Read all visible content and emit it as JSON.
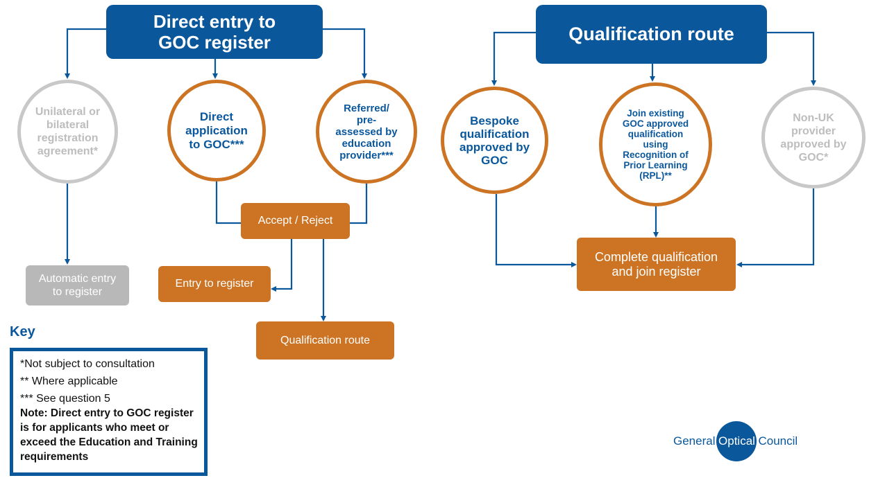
{
  "headers": {
    "direct_entry": "Direct entry to\nGOC register",
    "qualification_route": "Qualification route"
  },
  "nodes": {
    "unilateral": "Unilateral or\nbilateral\nregistration\nagreement*",
    "direct_application": "Direct\napplication\nto GOC***",
    "referred": "Referred/\npre-\nassessed by\neducation\nprovider***",
    "bespoke": "Bespoke\nqualification\napproved by\nGOC",
    "join_existing": "Join existing\nGOC approved\nqualification\nusing\nRecognition of\nPrior Learning\n(RPL)**",
    "non_uk": "Non-UK\nprovider\napproved by\nGOC*"
  },
  "boxes": {
    "automatic_entry": "Automatic entry\nto register",
    "accept_reject": "Accept / Reject",
    "entry_to_register": "Entry to register",
    "qualification_route": "Qualification route",
    "complete_qualification": "Complete qualification\nand join register"
  },
  "key": {
    "title": "Key",
    "items": [
      "*Not subject to consultation",
      "** Where applicable",
      "*** See question 5"
    ],
    "note": "Note: Direct entry to GOC register is for applicants who meet or exceed the Education and Training requirements"
  },
  "logo": {
    "left": "General",
    "middle": "Optical",
    "right": "Council"
  },
  "colors": {
    "blue": "#0a579b",
    "orange": "#cc7424",
    "grey": "#c8c8c8"
  }
}
